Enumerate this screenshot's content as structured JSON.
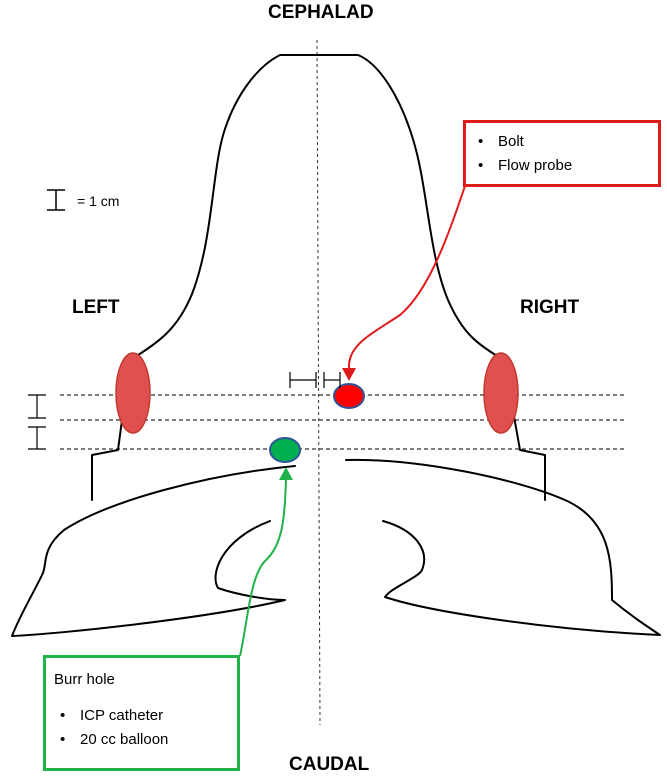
{
  "labels": {
    "top": "CEPHALAD",
    "bottom": "CAUDAL",
    "left": "LEFT",
    "right": "RIGHT"
  },
  "scale": {
    "text": "= 1 cm"
  },
  "red_box": {
    "items": [
      "Bolt",
      "Flow probe"
    ]
  },
  "green_box": {
    "title": "Burr hole",
    "items": [
      "ICP catheter",
      "20 cc balloon"
    ]
  },
  "colors": {
    "red_accent": "#e01b1b",
    "green_accent": "#1fb34a",
    "red_marker_fill": "#ff0000",
    "green_marker_fill": "#00b050",
    "marker_stroke": "#2e5597",
    "ellipse_fill": "#e05050",
    "ellipse_stroke": "#c0392b"
  },
  "icons": {
    "scale_bar": "i-beam-scale-icon"
  }
}
